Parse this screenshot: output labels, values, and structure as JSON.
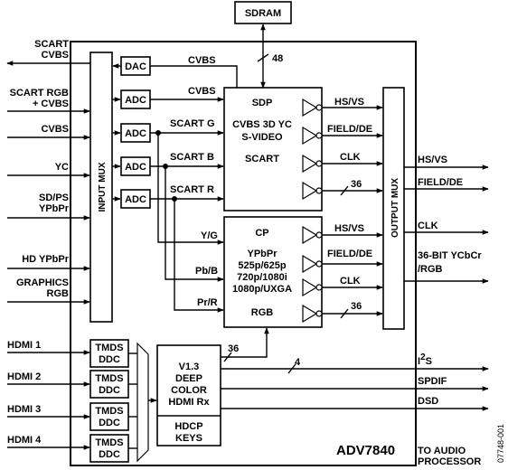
{
  "chip": {
    "name": "ADV7840",
    "figure_id": "07748-001"
  },
  "sdram": {
    "label": "SDRAM",
    "bus_width": "48"
  },
  "inputs": {
    "scart_cvbs_out": [
      "SCART",
      "CVBS"
    ],
    "scart_rgb_cvbs": [
      "SCART RGB",
      "+ CVBS"
    ],
    "cvbs": "CVBS",
    "yc": "YC",
    "sd_ps_ypbpr": [
      "SD/PS",
      "YPbPr"
    ],
    "hd_ypbpr": "HD YPbPr",
    "graphics_rgb": [
      "GRAPHICS",
      "RGB"
    ],
    "hdmi": [
      "HDMI 1",
      "HDMI 2",
      "HDMI 3",
      "HDMI 4"
    ]
  },
  "input_mux": {
    "label": "INPUT MUX"
  },
  "converters": {
    "dac": "DAC",
    "adc": "ADC"
  },
  "signals": {
    "cvbs_top": "CVBS",
    "cvbs_second": "CVBS",
    "scart_g": "SCART G",
    "scart_b": "SCART B",
    "scart_r": "SCART R",
    "y_g": "Y/G",
    "pb_b": "Pb/B",
    "pr_r": "Pr/R"
  },
  "sdp": {
    "title": "SDP",
    "line1": "CVBS 3D YC",
    "line2": "S-VIDEO",
    "line3": "SCART",
    "outputs": [
      "HS/VS",
      "FIELD/DE",
      "CLK"
    ],
    "bus_width": "36"
  },
  "cp": {
    "title": "CP",
    "line1": "YPbPr",
    "line2": "525p/625p",
    "line3": "720p/1080i",
    "line4": "1080p/UXGA",
    "line5": "RGB",
    "outputs": [
      "HS/VS",
      "FIELD/DE",
      "CLK"
    ],
    "bus_width": "36"
  },
  "output_mux": {
    "label": "OUTPUT MUX"
  },
  "outputs": {
    "hs_vs": "HS/VS",
    "field_de": "FIELD/DE",
    "clk": "CLK",
    "ycbcr": [
      "36-BIT YCbCr",
      "/RGB"
    ]
  },
  "hdmi": {
    "tmds": "TMDS",
    "ddc": "DDC",
    "rx_lines": [
      "V1.3",
      "DEEP",
      "COLOR",
      "HDMI Rx"
    ],
    "hdcp": [
      "HDCP",
      "KEYS"
    ],
    "bus_to_cp": "36",
    "i2s_bus": "4",
    "i2s_main": "I",
    "i2s_sup": "2",
    "i2s_end": "S",
    "spdif": "SPDIF",
    "dsd": "DSD",
    "audio": [
      "TO AUDIO",
      "PROCESSOR"
    ]
  }
}
